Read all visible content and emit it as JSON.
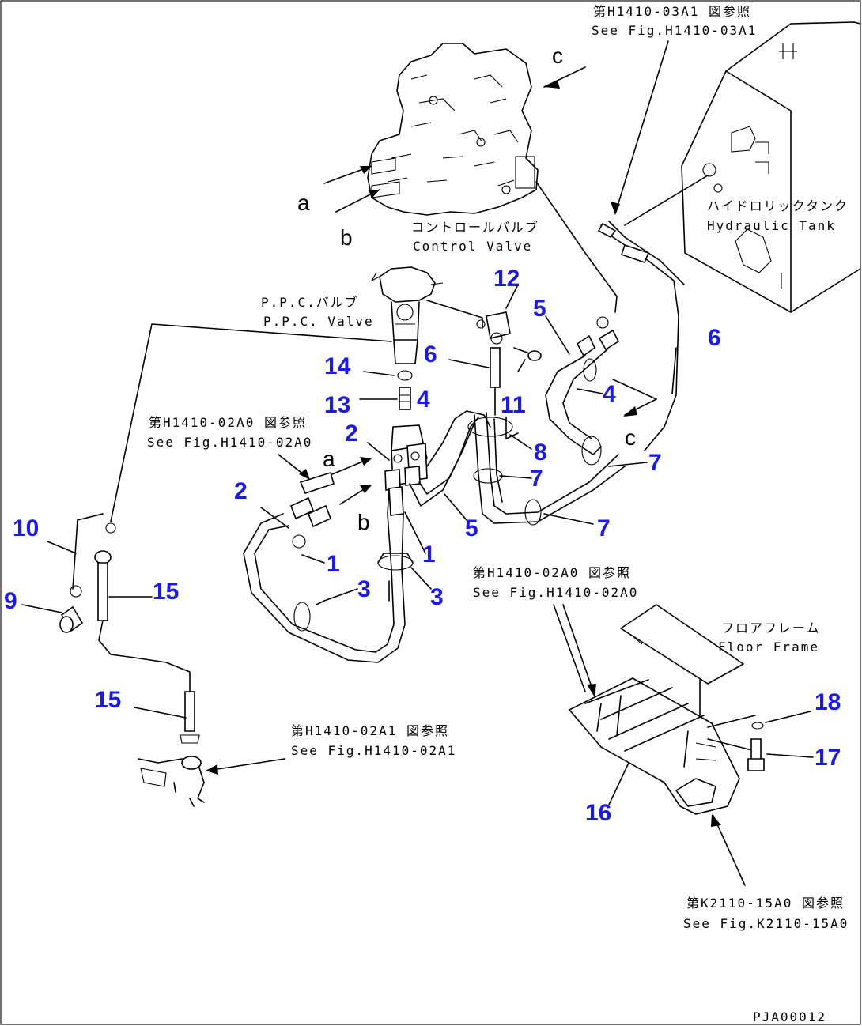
{
  "callouts": [
    {
      "id": "n12",
      "text": "12"
    },
    {
      "id": "n5a",
      "text": "5"
    },
    {
      "id": "n6a",
      "text": "6"
    },
    {
      "id": "n6b",
      "text": "6"
    },
    {
      "id": "n14",
      "text": "14"
    },
    {
      "id": "n13",
      "text": "13"
    },
    {
      "id": "n4a",
      "text": "4"
    },
    {
      "id": "n11",
      "text": "11"
    },
    {
      "id": "n4b",
      "text": "4"
    },
    {
      "id": "n2a",
      "text": "2"
    },
    {
      "id": "n8",
      "text": "8"
    },
    {
      "id": "n7a",
      "text": "7"
    },
    {
      "id": "n7b",
      "text": "7"
    },
    {
      "id": "n7c",
      "text": "7"
    },
    {
      "id": "n2b",
      "text": "2"
    },
    {
      "id": "n5b",
      "text": "5"
    },
    {
      "id": "n10",
      "text": "10"
    },
    {
      "id": "n1a",
      "text": "1"
    },
    {
      "id": "n1b",
      "text": "1"
    },
    {
      "id": "n3a",
      "text": "3"
    },
    {
      "id": "n3b",
      "text": "3"
    },
    {
      "id": "n9",
      "text": "9"
    },
    {
      "id": "n15a",
      "text": "15"
    },
    {
      "id": "n15b",
      "text": "15"
    },
    {
      "id": "n18",
      "text": "18"
    },
    {
      "id": "n17",
      "text": "17"
    },
    {
      "id": "n16",
      "text": "16"
    }
  ],
  "letters": {
    "a1": "a",
    "b1": "b",
    "c1": "c",
    "c2": "c",
    "a2": "a",
    "b2": "b"
  },
  "refs": {
    "r1_jp": "第H1410-03A1 図参照",
    "r1_en": "See Fig.H1410-03A1",
    "r2_jp": "第H1410-02A0 図参照",
    "r2_en": "See Fig.H1410-02A0",
    "r3_jp": "第H1410-02A0 図参照",
    "r3_en": "See Fig.H1410-02A0",
    "r4_jp": "第H1410-02A1 図参照",
    "r4_en": "See Fig.H1410-02A1",
    "r5_jp": "第K2110-15A0 図参照",
    "r5_en": "See Fig.K2110-15A0"
  },
  "labels": {
    "control_valve_jp": "コントロールバルブ",
    "control_valve_en": "Control Valve",
    "tank_jp": "ハイドロリックタンク",
    "tank_en": "Hydraulic Tank",
    "ppc_jp": "P.P.C.バルブ",
    "ppc_en": "P.P.C. Valve",
    "floor_jp": "フロアフレーム",
    "floor_en": "Floor Frame",
    "drawing_code": "PJA00012"
  }
}
